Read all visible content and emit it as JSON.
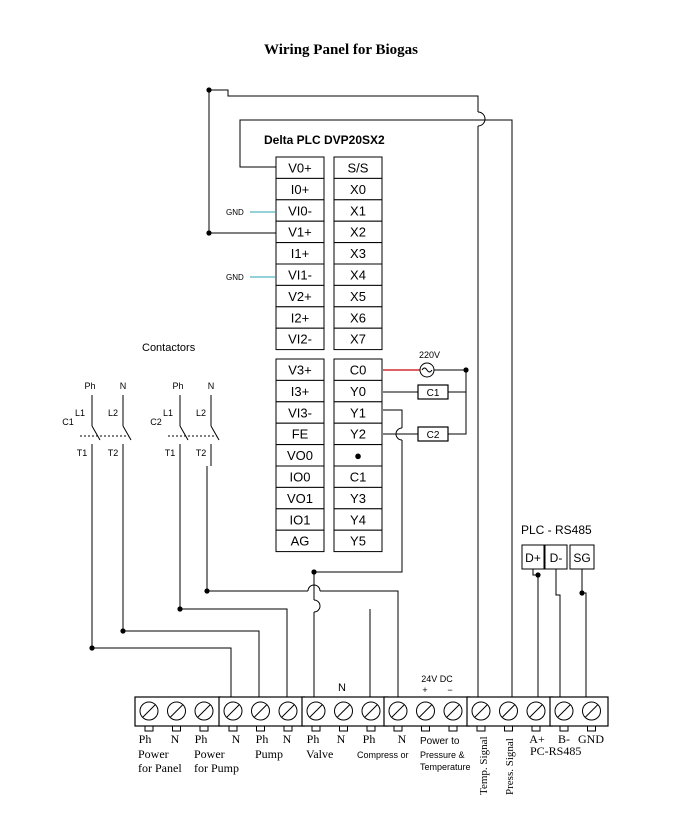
{
  "title": "Wiring Panel for Biogas",
  "plc": {
    "name": "Delta PLC DVP20SX2",
    "block1_left": [
      "V0+",
      "I0+",
      "VI0-",
      "V1+",
      "I1+",
      "VI1-",
      "V2+",
      "I2+",
      "VI2-"
    ],
    "block1_right": [
      "S/S",
      "X0",
      "X1",
      "X2",
      "X3",
      "X4",
      "X5",
      "X6",
      "X7"
    ],
    "block2_left": [
      "V3+",
      "I3+",
      "VI3-",
      "FE",
      "VO0",
      "IO0",
      "VO1",
      "IO1",
      "AG"
    ],
    "block2_right": [
      "C0",
      "Y0",
      "Y1",
      "Y2",
      "●",
      "C1",
      "Y3",
      "Y4",
      "Y5"
    ]
  },
  "gnd_labels": [
    "GND",
    "GND"
  ],
  "supply_label": "220V",
  "relay_labels": [
    "C1",
    "C2"
  ],
  "contactors": {
    "title": "Contactors",
    "units": [
      {
        "ph": "Ph",
        "n": "N",
        "l1": "L1",
        "l2": "L2",
        "coil": "C1",
        "t1": "T1",
        "t2": "T2"
      },
      {
        "ph": "Ph",
        "n": "N",
        "l1": "L1",
        "l2": "L2",
        "coil": "C2",
        "t1": "T1",
        "t2": "T2"
      }
    ]
  },
  "rs485": {
    "title": "PLC - RS485",
    "pins": [
      "D+",
      "D-",
      "SG"
    ]
  },
  "terminals": {
    "n_label_top": "N",
    "dc_label_top": "24V  DC",
    "plus": "+",
    "minus": "−",
    "bottom_labels": [
      "Ph",
      "N",
      "Ph",
      "N",
      "Ph",
      "N",
      "Ph",
      "N",
      "Ph",
      "N",
      "A+",
      "B-",
      "GND"
    ],
    "group_labels": {
      "power_panel_1": "Power",
      "power_panel_2": "for Panel",
      "power_pump_1": "Power",
      "power_pump_2": "for Pump",
      "pump": "Pump",
      "valve": "Valve",
      "compressor": "Compress or",
      "power_to_1": "Power to",
      "power_to_2": "Pressure &",
      "power_to_3": "Temperature",
      "temp_signal": "Temp. Signal",
      "press_signal": "Press. Signal",
      "pc_rs485": "PC-RS485"
    }
  },
  "colors": {
    "gnd_wire": "#2aa4b3",
    "supply_wire": "#cc0000",
    "wire": "#000000"
  }
}
